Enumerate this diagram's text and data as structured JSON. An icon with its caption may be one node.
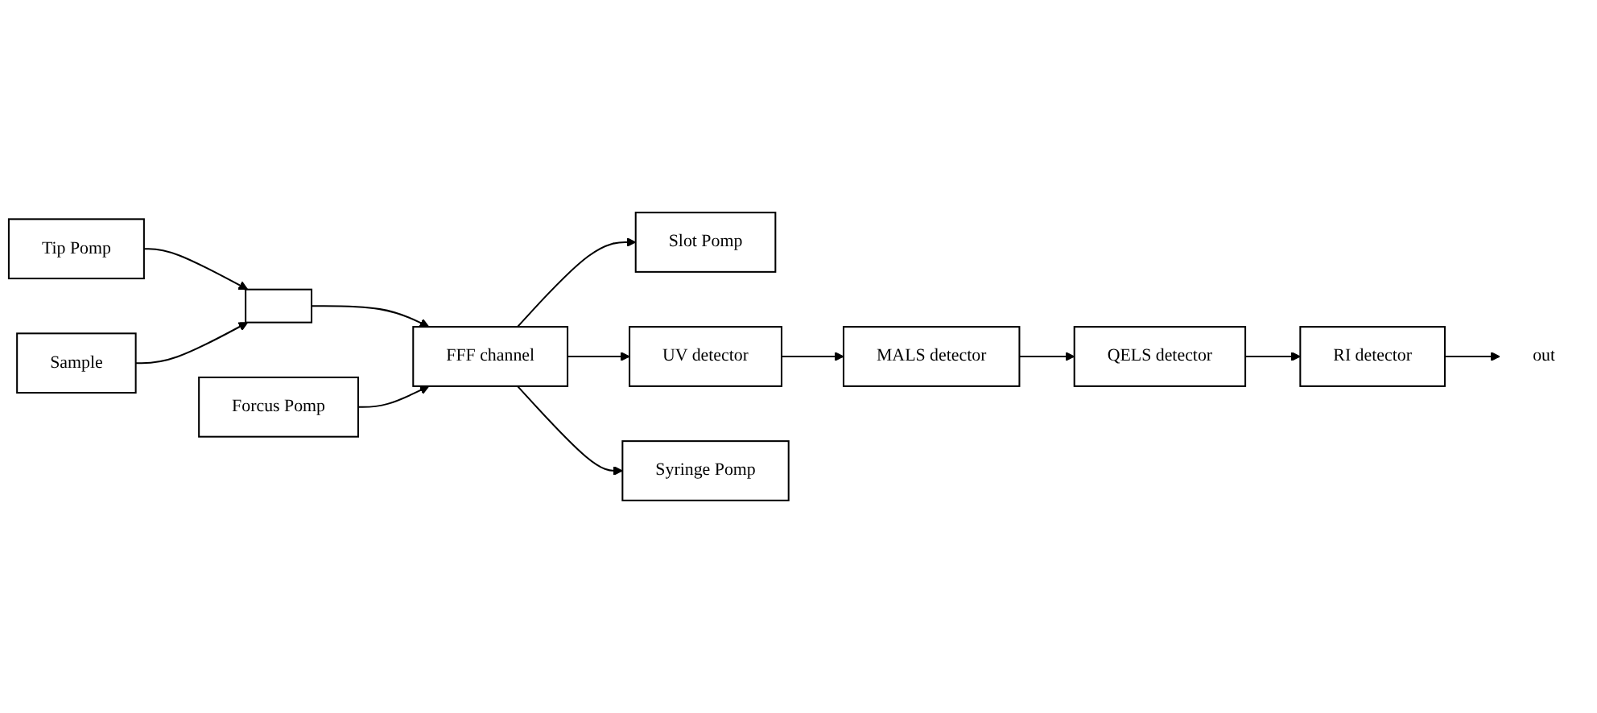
{
  "diagram": {
    "nodes": [
      {
        "text": [
          "Forcus Pomp"
        ]
      },
      {
        "text": [
          "Slot Pomp"
        ]
      },
      {
        "text": [
          "Sample"
        ]
      },
      {
        "text": [
          "Tip Pomp"
        ]
      },
      {
        "text": [],
        "shape": "box"
      },
      {
        "text": [
          "FFF channel"
        ]
      },
      {
        "text": [
          "UV detector"
        ]
      },
      {
        "text": [
          "MALS detector"
        ]
      },
      {
        "text": [
          "QELS detector"
        ]
      },
      {
        "text": [
          "Syringe Pomp"
        ]
      },
      {
        "text": [
          "RI detector"
        ]
      },
      {
        "text": [
          "out"
        ]
      }
    ],
    "edges": [
      {
        "from": 3,
        "to": 4,
        "arrow": "to"
      },
      {
        "from": 2,
        "to": 4,
        "arrow": "to"
      },
      {
        "from": 4,
        "to": 5,
        "arrow": "to"
      },
      {
        "from": 0,
        "to": 5,
        "arrow": "to"
      },
      {
        "from": 5,
        "to": 1,
        "arrow": "to"
      },
      {
        "from": 5,
        "to": 6,
        "arrow": "to"
      },
      {
        "from": 5,
        "to": 9,
        "arrow": "to"
      },
      {
        "from": 6,
        "to": 7,
        "arrow": "to"
      },
      {
        "from": 7,
        "to": 8,
        "arrow": "to"
      },
      {
        "from": 8,
        "to": 10,
        "arrow": "to"
      },
      {
        "from": 10,
        "to": 11,
        "arrow": "to"
      }
    ]
  }
}
